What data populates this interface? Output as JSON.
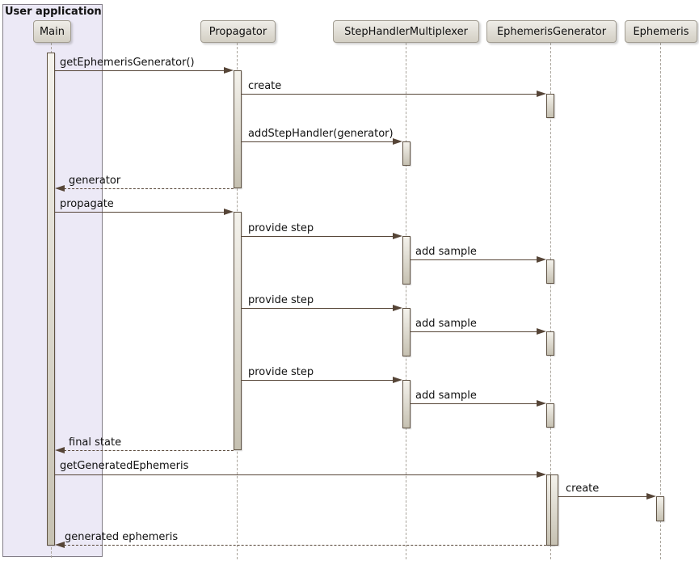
{
  "frame": {
    "label": "User application"
  },
  "participants": [
    {
      "label": "Main",
      "in_frame": true
    },
    {
      "label": "Propagator",
      "in_frame": false
    },
    {
      "label": "StepHandlerMultiplexer",
      "in_frame": false
    },
    {
      "label": "EphemerisGenerator",
      "in_frame": false
    },
    {
      "label": "Ephemeris",
      "in_frame": false
    }
  ],
  "messages": [
    {
      "label": "getEphemerisGenerator()",
      "from": "Main",
      "to": "Propagator",
      "style": "solid"
    },
    {
      "label": "create",
      "from": "Propagator",
      "to": "EphemerisGenerator",
      "style": "solid"
    },
    {
      "label": "addStepHandler(generator)",
      "from": "Propagator",
      "to": "StepHandlerMultiplexer",
      "style": "solid"
    },
    {
      "label": "generator",
      "from": "Propagator",
      "to": "Main",
      "style": "dashed-return"
    },
    {
      "label": "propagate",
      "from": "Main",
      "to": "Propagator",
      "style": "solid"
    },
    {
      "label": "provide step",
      "from": "Propagator",
      "to": "StepHandlerMultiplexer",
      "style": "solid"
    },
    {
      "label": "add sample",
      "from": "StepHandlerMultiplexer",
      "to": "EphemerisGenerator",
      "style": "solid"
    },
    {
      "label": "provide step",
      "from": "Propagator",
      "to": "StepHandlerMultiplexer",
      "style": "solid"
    },
    {
      "label": "add sample",
      "from": "StepHandlerMultiplexer",
      "to": "EphemerisGenerator",
      "style": "solid"
    },
    {
      "label": "provide step",
      "from": "Propagator",
      "to": "StepHandlerMultiplexer",
      "style": "solid"
    },
    {
      "label": "add sample",
      "from": "StepHandlerMultiplexer",
      "to": "EphemerisGenerator",
      "style": "solid"
    },
    {
      "label": "final state",
      "from": "Propagator",
      "to": "Main",
      "style": "dashed-return"
    },
    {
      "label": "getGeneratedEphemeris",
      "from": "Main",
      "to": "EphemerisGenerator",
      "style": "solid"
    },
    {
      "label": "create",
      "from": "EphemerisGenerator",
      "to": "Ephemeris",
      "style": "solid"
    },
    {
      "label": "generated ephemeris",
      "from": "EphemerisGenerator",
      "to": "Main",
      "style": "dashed-return"
    }
  ],
  "colors": {
    "frame-fill": "#ece9f6",
    "frame-border": "#837e88",
    "participant-fill-top": "#efede8",
    "participant-fill-bottom": "#d3cfc4",
    "participant-border": "#a29d92",
    "lifeline": "#a9a49b",
    "activation-fill-top": "#f4f2ec",
    "activation-fill-bottom": "#c6c1b2",
    "activation-border": "#5e5142",
    "arrow": "#564537",
    "text": "#111111"
  }
}
